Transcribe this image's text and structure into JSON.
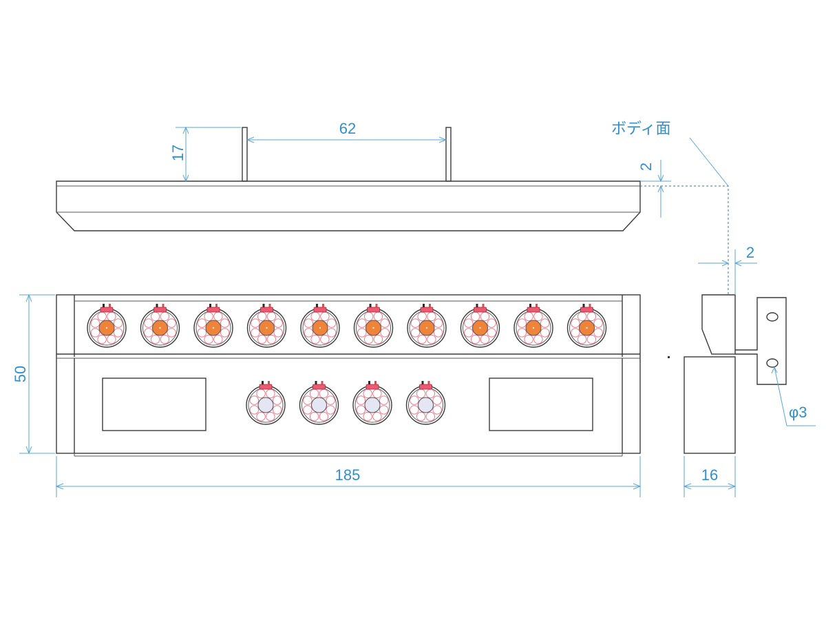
{
  "colors": {
    "outline": "#3a3a3a",
    "dimension": "#5aa6d6",
    "dimension_text": "#2f8fd0",
    "amber_lens": "#f0833a",
    "clear_lens": "#e4e6f4",
    "led_holes": "#ef7c8e",
    "connector_tab": "#ec5a70"
  },
  "dimensions": {
    "bracket_height": "17",
    "bracket_spacing": "62",
    "body_offset_vertical": "2",
    "body_offset_horizontal": "2",
    "overall_height": "50",
    "overall_width": "185",
    "depth": "16",
    "hole_diameter": "φ3"
  },
  "labels": {
    "body_surface": "ボディ面"
  },
  "lamps": {
    "upper_row": [
      "amber",
      "amber",
      "amber",
      "amber",
      "amber",
      "amber",
      "amber",
      "amber",
      "amber",
      "amber"
    ],
    "lower_row": [
      "clear",
      "clear",
      "clear",
      "clear"
    ]
  }
}
